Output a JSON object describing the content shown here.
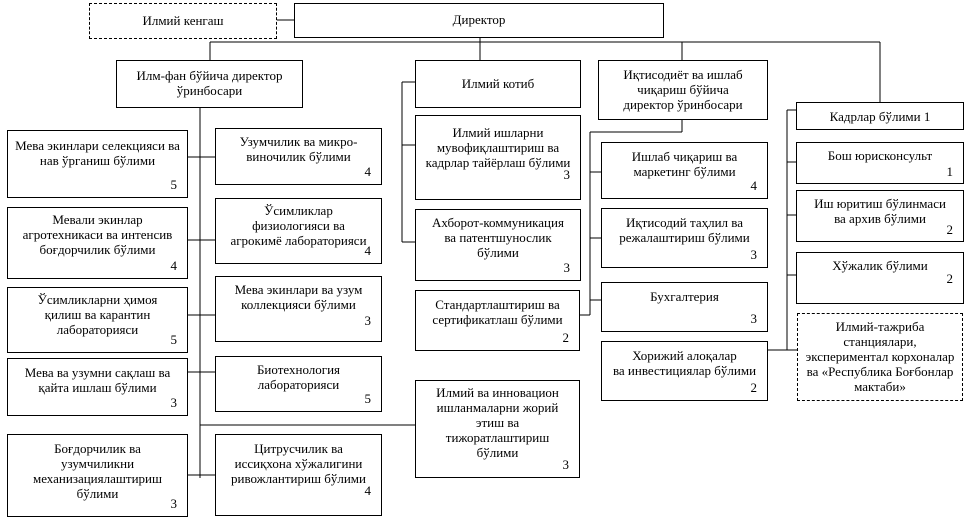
{
  "boxes": {
    "scientific_council": {
      "text": "Илмий кенгаш",
      "number": ""
    },
    "director": {
      "text": "Директор",
      "number": ""
    },
    "deputy_science": {
      "text": "Илм-фан бўйича директор\nўринбосари",
      "number": ""
    },
    "scientific_secretary": {
      "text": "Илмий котиб",
      "number": ""
    },
    "deputy_economics": {
      "text": "Иқтисодиёт ва ишлаб\nчиқариш бўйича\nдиректор ўринбосари",
      "number": ""
    },
    "fruit_selection": {
      "text": "Мева экинлари селекцияси ва\nнав ўрганиш бўлими",
      "number": "5"
    },
    "fruit_agrotech": {
      "text": "Мевали экинлар\nагротехникаси ва интенсив\nбоғдорчилик бўлими",
      "number": "4"
    },
    "plant_protection": {
      "text": "Ўсимликларни ҳимоя\nқилиш ва карантин\nлабораторияси",
      "number": "5"
    },
    "storage_processing": {
      "text": "Мева ва узумни сақлаш ва\nқайта ишлаш бўлими",
      "number": "3"
    },
    "mechanization": {
      "text": "Боғдорчилик ва\nузумчиликни\nмеханизациялаштириш\nбўлими",
      "number": "3"
    },
    "viticulture": {
      "text": "Узумчилик ва микро-\nвиночилик бўлими",
      "number": "4"
    },
    "plant_physiology": {
      "text": "Ўсимликлар\nфизиологияси ва\nагрокимё лабораторияси",
      "number": "4"
    },
    "collection": {
      "text": "Мева экинлари ва узум\nколлекцияси бўлими",
      "number": "3"
    },
    "biotech": {
      "text": "Биотехнология\nлабораторияси",
      "number": "5"
    },
    "citrus": {
      "text": "Цитрусчилик ва\nиссиқхона хўжалигини\nривожлантириш бўлими",
      "number": "4"
    },
    "coordination": {
      "text": "Илмий ишларни\nмувофиқлаштириш ва\nкадрлар тайёрлаш бўлими",
      "number": "3"
    },
    "information": {
      "text": "Ахборот-коммуникация\nва патентшунослик\nбўлими",
      "number": "3"
    },
    "standardization": {
      "text": "Стандартлаштириш ва\nсертификатлаш бўлими",
      "number": "2"
    },
    "innovation": {
      "text": "Илмий ва инновацион\nишланмаларни жорий\nэтиш ва\nтижоратлаштириш\nбўлими",
      "number": "3"
    },
    "production_marketing": {
      "text": "Ишлаб чиқариш ва\nмаркетинг бўлими",
      "number": "4"
    },
    "economic_analysis": {
      "text": "Иқтисодий таҳлил ва\nрежалаштириш бўлими",
      "number": "3"
    },
    "accounting": {
      "text": "Бухгалтерия",
      "number": "3"
    },
    "foreign_relations": {
      "text": "Хорижий алоқалар\nва инвестициялар бўлими",
      "number": "2"
    },
    "hr": {
      "text": "Кадрлар бўлими 1",
      "number": ""
    },
    "legal": {
      "text": "Бош юрисконсульт",
      "number": "1"
    },
    "office_archive": {
      "text": "Иш юритиш бўлинмаси\nва архив бўлими",
      "number": "2"
    },
    "household": {
      "text": "Хўжалик бўлими",
      "number": "2"
    },
    "experimental_stations": {
      "text": "Илмий-тажриба\nстанциялари,\nэкспериментал корхоналар\nва «Республика Боғбонлар\nмактаби»",
      "number": ""
    }
  }
}
